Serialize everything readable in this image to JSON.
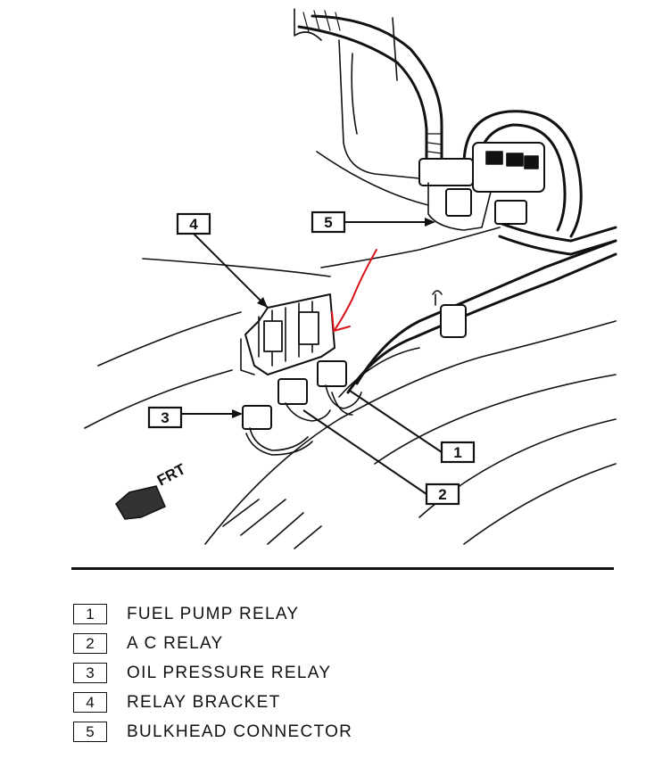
{
  "callouts": {
    "c1": "1",
    "c2": "2",
    "c3": "3",
    "c4": "4",
    "c5": "5"
  },
  "frt_label": "FRT",
  "legend": [
    {
      "num": "1",
      "label": "FUEL PUMP RELAY"
    },
    {
      "num": "2",
      "label": "A C RELAY"
    },
    {
      "num": "3",
      "label": "OIL PRESSURE RELAY"
    },
    {
      "num": "4",
      "label": "RELAY BRACKET"
    },
    {
      "num": "5",
      "label": "BULKHEAD CONNECTOR"
    }
  ],
  "colors": {
    "ink": "#111111",
    "annotation_arrow": "#d8141b"
  }
}
